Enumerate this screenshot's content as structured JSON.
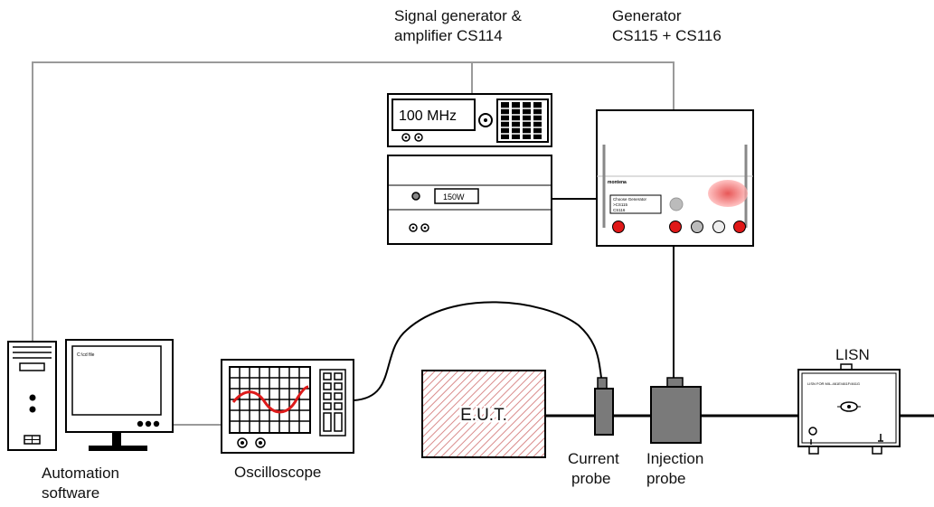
{
  "labels": {
    "signal_gen_line1": "Signal generator &",
    "signal_gen_line2": "amplifier CS114",
    "generator_line1": "Generator",
    "generator_line2": "CS115 + CS116",
    "automation_line1": "Automation",
    "automation_line2": "software",
    "oscilloscope": "Oscilloscope",
    "current_probe_line1": "Current",
    "current_probe_line2": "probe",
    "injection_probe_line1": "Injection",
    "injection_probe_line2": "probe",
    "lisn": "LISN"
  },
  "devices": {
    "signal_display": "100 MHz",
    "amp_power": "150W",
    "monitor_text": "C:\\cd file",
    "eut": "E.U.T.",
    "generator_brand": "montena",
    "generator_screen": [
      "Choose Generator",
      ">CS115",
      " CS116"
    ],
    "lisn_plate": "LISN FOR MIL-461E/461F/461G"
  },
  "colors": {
    "control_line": "#9a9a9a",
    "signal_cable": "#000000",
    "probe_fill": "#7a7a7a",
    "sine": "#dd1a1a",
    "eut_hatch": "#d98a8a",
    "knob_red": "#e01818"
  }
}
